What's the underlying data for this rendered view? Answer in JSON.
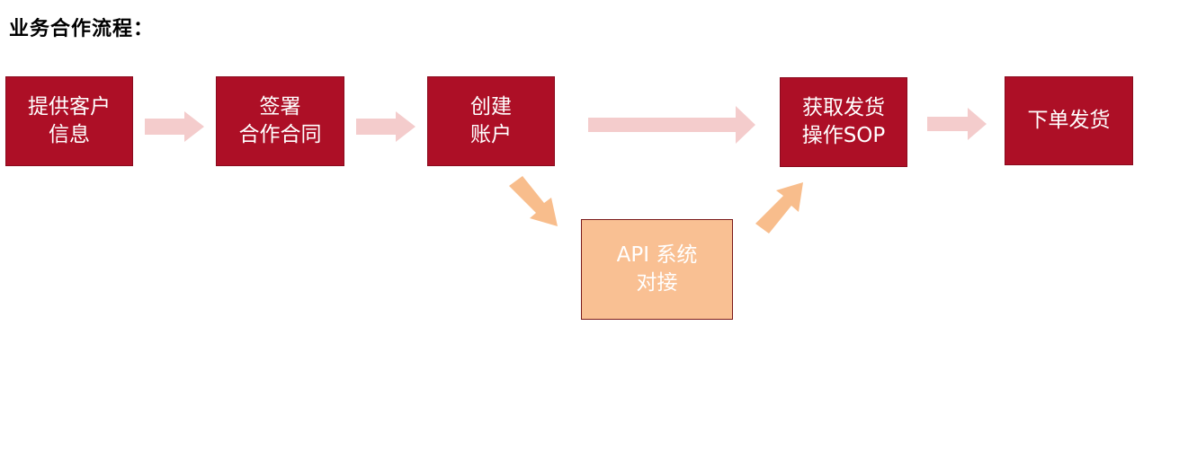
{
  "title": "业务合作流程：",
  "steps": [
    {
      "lines": [
        "提供客户",
        "信息"
      ],
      "color": "#ad0f26"
    },
    {
      "lines": [
        "签署",
        "合作合同"
      ],
      "color": "#ad0f26"
    },
    {
      "lines": [
        "创建",
        "账户"
      ],
      "color": "#ad0f26"
    },
    {
      "lines": [
        "获取发货",
        "操作SOP"
      ],
      "color": "#ad0f26"
    },
    {
      "lines": [
        "下单发货"
      ],
      "color": "#ad0f26"
    }
  ],
  "branch_step": {
    "lines": [
      "API 系统",
      "对接"
    ],
    "color": "#f9c093"
  },
  "colors": {
    "main_arrow": "#f4cccc",
    "branch_arrow": "#f8bd8c"
  }
}
